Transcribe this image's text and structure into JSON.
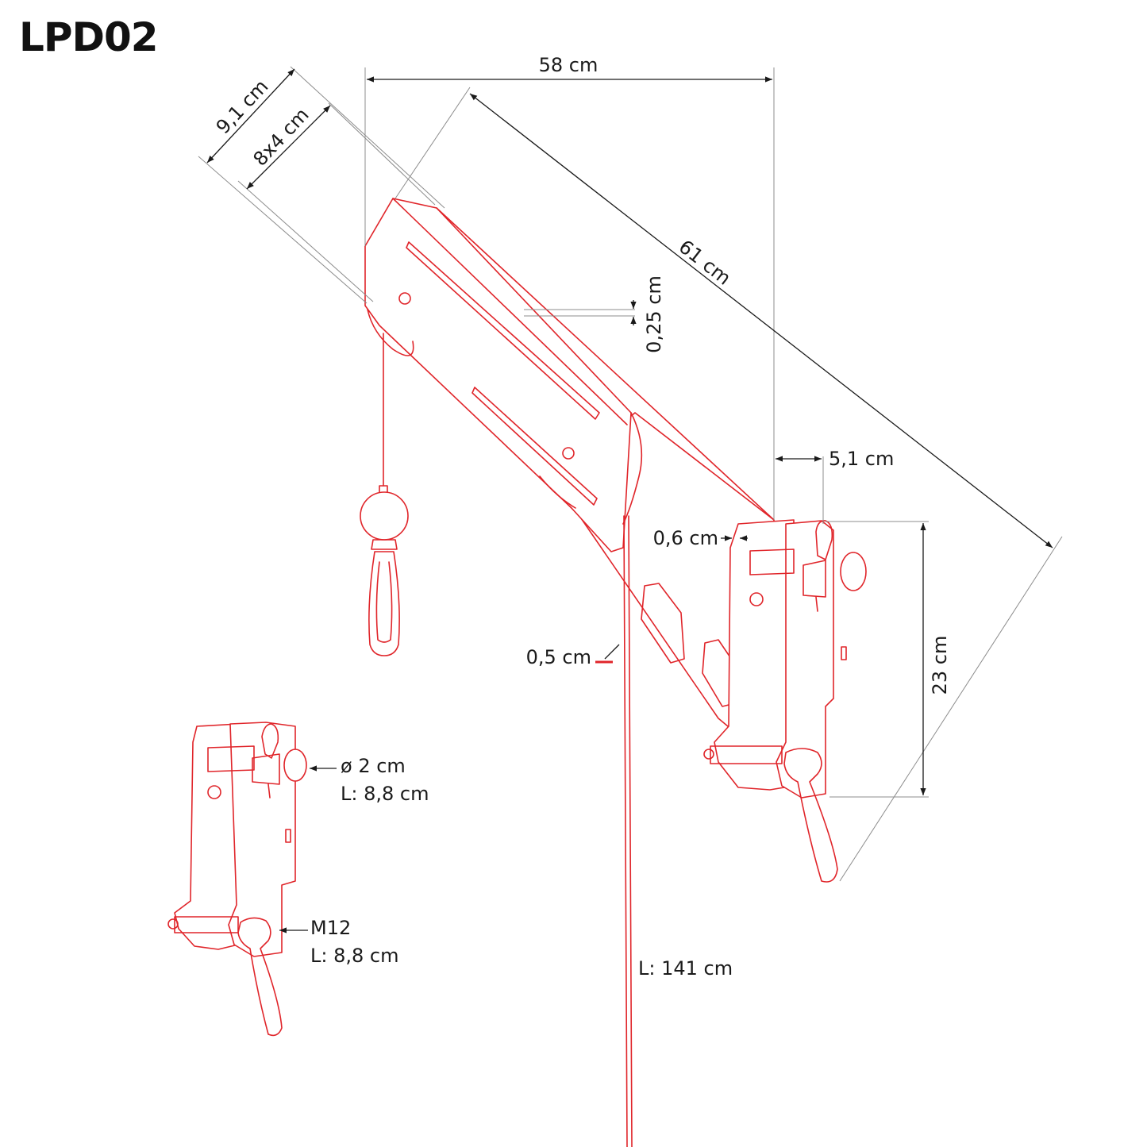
{
  "title": "LPD02",
  "colors": {
    "outline": "#e0252a",
    "dimension": "#1a1a1a",
    "extension": "#8c8c8c"
  },
  "labels": {
    "width_top": "58 cm",
    "profile_outer": "9,1 cm",
    "profile_inner": "8x4 cm",
    "arm_length": "61 cm",
    "wall_thickness": "0,25 cm",
    "bracket_offset": "5,1 cm",
    "plate_thickness": "0,6 cm",
    "bracket_height": "23 cm",
    "cable_diameter": "0,5 cm",
    "knob_diameter": "ø 2 cm",
    "knob_length": "L: 8,8 cm",
    "lever_thread": "M12",
    "lever_length": "L: 8,8 cm",
    "cable_length": "L: 141 cm"
  }
}
